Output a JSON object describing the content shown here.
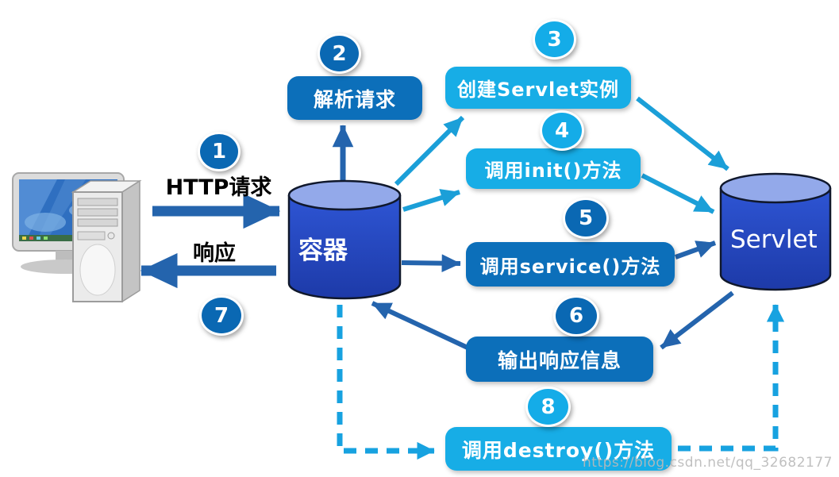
{
  "diagram": {
    "title": "Servlet lifecycle diagram",
    "nodes": {
      "container": {
        "label": "容器"
      },
      "servlet": {
        "label": "Servlet"
      },
      "client": {
        "label": ""
      }
    },
    "steps": [
      {
        "number": "1",
        "label": "HTTP请求",
        "style": "dark",
        "kind": "arrow-label"
      },
      {
        "number": "2",
        "label": "解析请求",
        "style": "dark",
        "kind": "box"
      },
      {
        "number": "3",
        "label": "创建Servlet实例",
        "style": "cyan",
        "kind": "box"
      },
      {
        "number": "4",
        "label": "调用init()方法",
        "style": "cyan",
        "kind": "box"
      },
      {
        "number": "5",
        "label": "调用service()方法",
        "style": "dark",
        "kind": "box"
      },
      {
        "number": "6",
        "label": "输出响应信息",
        "style": "dark",
        "kind": "box"
      },
      {
        "number": "7",
        "label": "响应",
        "style": "dark",
        "kind": "arrow-label"
      },
      {
        "number": "8",
        "label": "调用destroy()方法",
        "style": "cyan",
        "kind": "box"
      }
    ],
    "watermark": "https://blog.csdn.net/qq_32682177",
    "colors": {
      "box_dark": "#0c6fba",
      "box_cyan": "#17ade6",
      "badge_dark": "#0a68b3",
      "badge_cyan": "#14ace8",
      "arrow_dark": "#2464ad",
      "arrow_cyan": "#1b9fd8",
      "arrow_dashed": "#17a2e0",
      "cylinder_top": "#93a9ea",
      "cylinder_body_top": "#2e55d4",
      "cylinder_body_bottom": "#1d3aa8",
      "label_text": "#000000",
      "box_text": "#ffffff"
    }
  }
}
